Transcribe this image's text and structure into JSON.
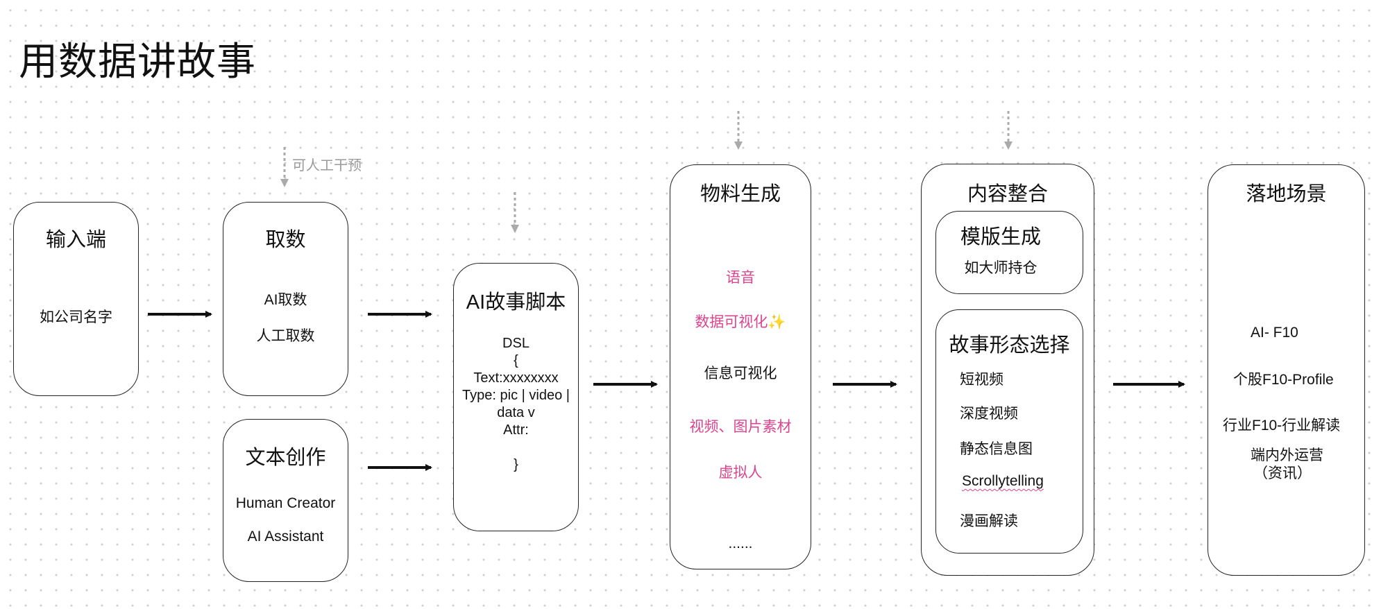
{
  "title": "用数据讲故事",
  "note_manual": "可人工干预",
  "input": {
    "header": "输入端",
    "example": "如公司名字"
  },
  "fetch": {
    "header": "取数",
    "items": [
      "AI取数",
      "人工取数"
    ]
  },
  "text_creation": {
    "header": "文本创作",
    "items": [
      "Human Creator",
      "AI Assistant"
    ]
  },
  "script": {
    "header": "AI故事脚本",
    "lines": [
      "DSL",
      "{",
      "Text:xxxxxxxx",
      "Type: pic | video |",
      "data v",
      "Attr:",
      "",
      "}"
    ]
  },
  "materials": {
    "header": "物料生成",
    "items": [
      "语音",
      "数据可视化✨",
      "信息可视化",
      "视频、图片素材",
      "虚拟人",
      "......"
    ]
  },
  "integration": {
    "header": "内容整合",
    "template": {
      "header": "模版生成",
      "example": "如大师持仓"
    },
    "story_form": {
      "header": "故事形态选择",
      "items": [
        "短视频",
        "深度视频",
        "静态信息图",
        "Scrollytelling",
        "漫画解读"
      ]
    }
  },
  "scenes": {
    "header": "落地场景",
    "items": [
      "AI- F10",
      "个股F10-Profile",
      "行业F10-行业解读",
      "端内外运营",
      "（资讯）"
    ]
  },
  "colors": {
    "accent_pink": "#d9458f",
    "muted": "#999999",
    "stroke": "#222222"
  }
}
